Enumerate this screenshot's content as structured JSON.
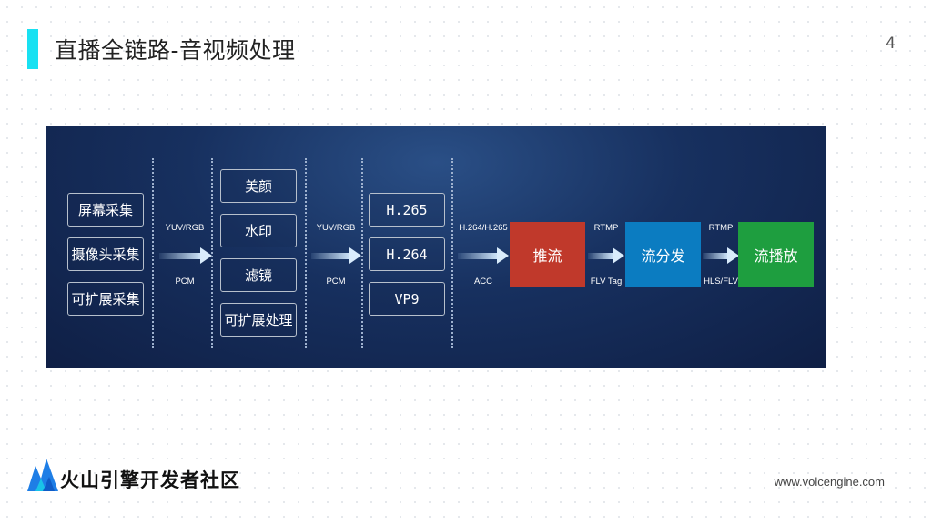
{
  "header": {
    "title": "直播全链路-音视频处理",
    "page_number": "4"
  },
  "diagram": {
    "capture_items": [
      "屏幕采集",
      "摄像头采集",
      "可扩展采集"
    ],
    "processing_items": [
      "美颜",
      "水印",
      "滤镜",
      "可扩展处理"
    ],
    "codec_items": [
      "H.265",
      "H.264",
      "VP9"
    ],
    "arrow1": {
      "top": "YUV/RGB",
      "bottom": "PCM"
    },
    "arrow2": {
      "top": "YUV/RGB",
      "bottom": "PCM"
    },
    "arrow3": {
      "top": "H.264/H.265",
      "bottom": "ACC"
    },
    "arrow4": {
      "top": "RTMP",
      "bottom": "FLV Tag"
    },
    "arrow5": {
      "top": "RTMP",
      "bottom": "HLS/FLV"
    },
    "stages": {
      "push": {
        "label": "推流",
        "color": "#c0392b"
      },
      "distribute": {
        "label": "流分发",
        "color": "#0b7cc1"
      },
      "play": {
        "label": "流播放",
        "color": "#1e9e3f"
      }
    }
  },
  "footer": {
    "brand": "火山引擎开发者社区",
    "url": "www.volcengine.com"
  },
  "colors": {
    "accent": "#18e1f2",
    "logo_blue": "#1e7ee6"
  }
}
